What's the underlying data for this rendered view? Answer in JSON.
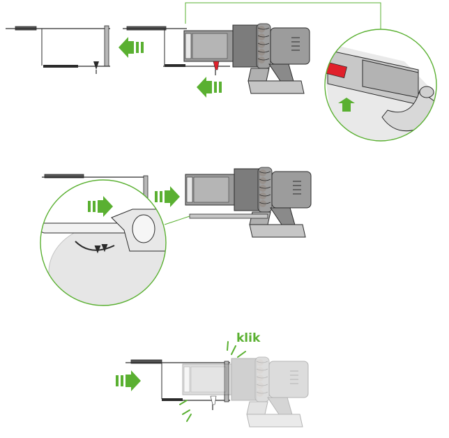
{
  "colors": {
    "accent": "#5ab031",
    "red": "#e0202b",
    "line": "#2a2a2a",
    "gray": "#8a8a8a",
    "light": "#d4d4d4",
    "dark": "#6e6e6e"
  },
  "icons": [
    "arrow-left-icon",
    "arrow-right-icon",
    "arrow-up-icon",
    "click-lines-icon"
  ],
  "steps": [
    {
      "id": "step-1",
      "description_visible": false
    },
    {
      "id": "step-2",
      "description_visible": false
    },
    {
      "id": "step-3",
      "description_visible": false
    }
  ],
  "labels": {
    "click": "klik"
  }
}
